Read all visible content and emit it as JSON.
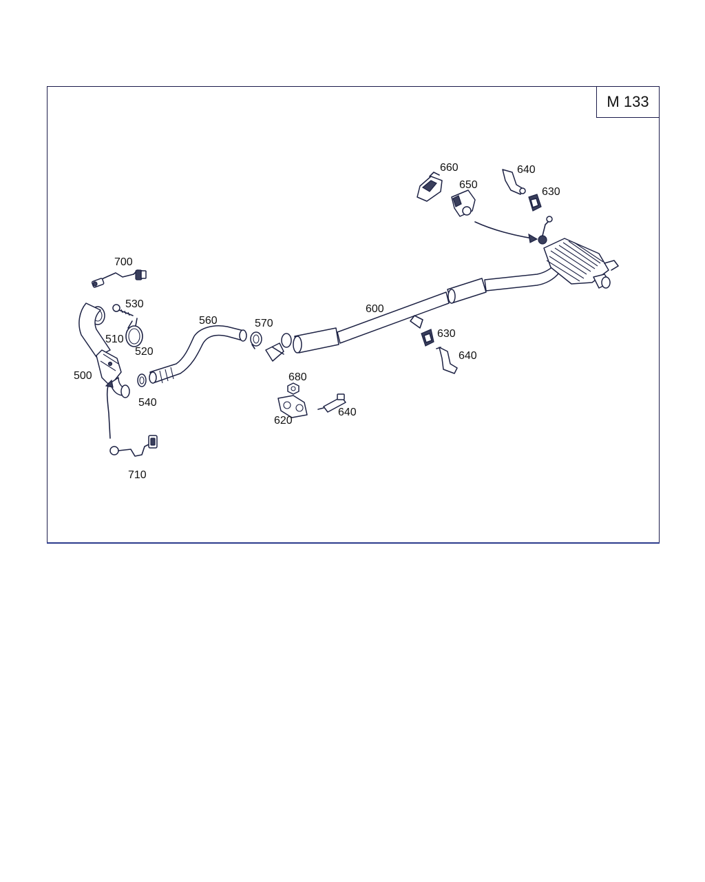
{
  "diagram_code": "M 133",
  "parts": [
    {
      "id": "500",
      "label": "500"
    },
    {
      "id": "510",
      "label": "510"
    },
    {
      "id": "520",
      "label": "520"
    },
    {
      "id": "530",
      "label": "530"
    },
    {
      "id": "540",
      "label": "540"
    },
    {
      "id": "560",
      "label": "560"
    },
    {
      "id": "570",
      "label": "570"
    },
    {
      "id": "600",
      "label": "600"
    },
    {
      "id": "620",
      "label": "620"
    },
    {
      "id": "630a",
      "label": "630"
    },
    {
      "id": "630b",
      "label": "630"
    },
    {
      "id": "640a",
      "label": "640"
    },
    {
      "id": "640b",
      "label": "640"
    },
    {
      "id": "640c",
      "label": "640"
    },
    {
      "id": "650",
      "label": "650"
    },
    {
      "id": "660",
      "label": "660"
    },
    {
      "id": "680",
      "label": "680"
    },
    {
      "id": "700",
      "label": "700"
    },
    {
      "id": "710",
      "label": "710"
    }
  ]
}
